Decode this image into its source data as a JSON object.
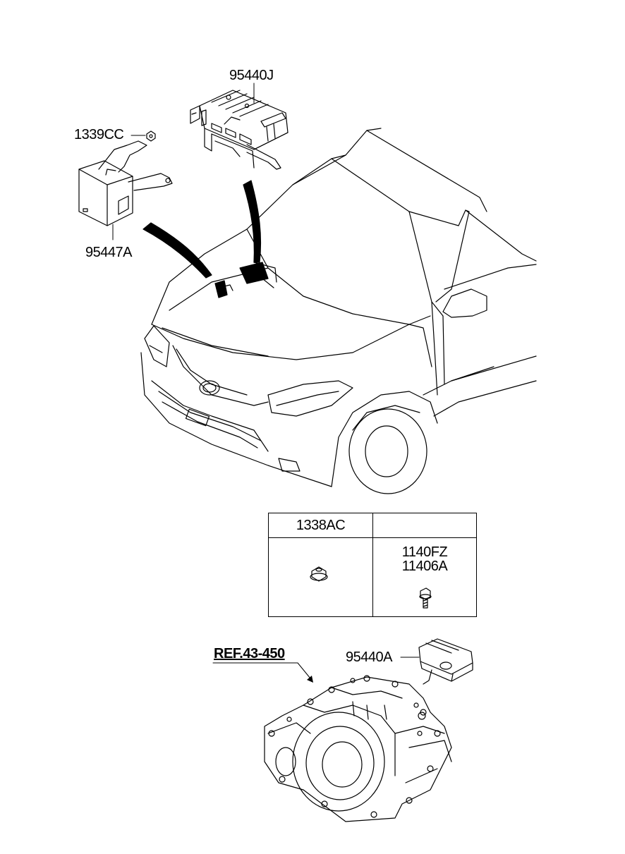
{
  "callouts": {
    "ecu_top": "95440J",
    "nut_top": "1339CC",
    "module_left": "95447A",
    "sensor_trans": "95440A",
    "ref": "REF.43-450"
  },
  "table": {
    "col1_header": "1338AC",
    "col2_header": "",
    "col2_parts": [
      "1140FZ",
      "11406A"
    ]
  }
}
